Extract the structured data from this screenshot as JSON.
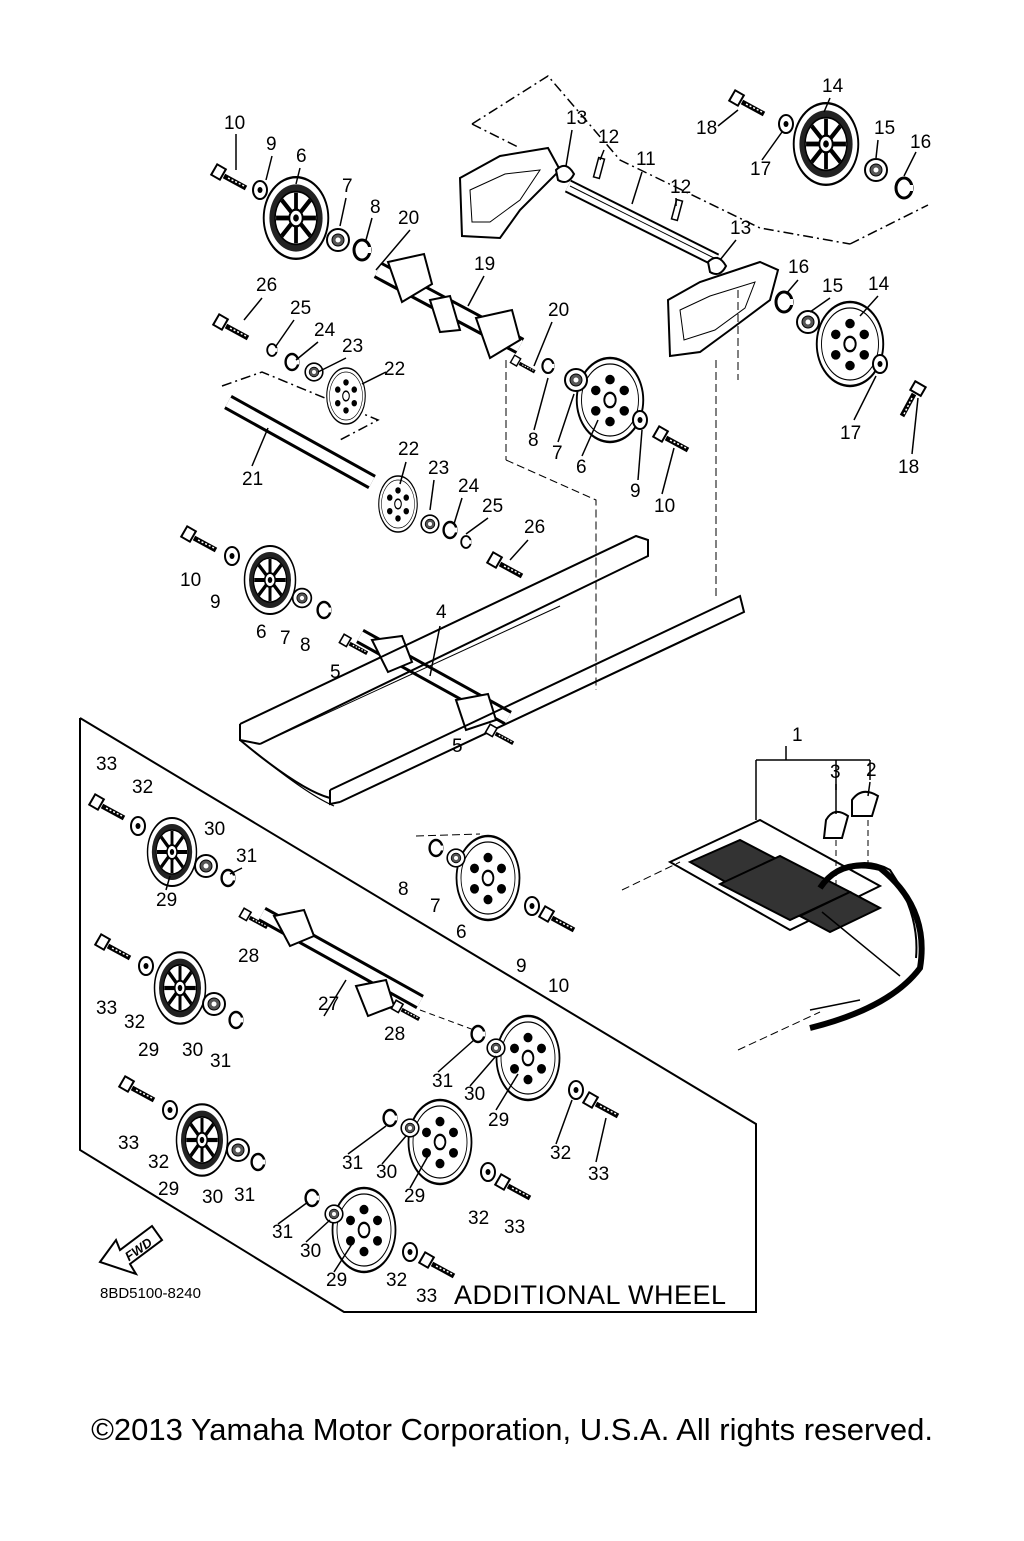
{
  "diagram": {
    "drawing_code": "8BD5100-8240",
    "box_caption": "ADDITIONAL WHEEL",
    "forward_badge": "FWD",
    "copyright": "©2013 Yamaha Motor Corporation, U.S.A. All rights reserved.",
    "callouts": [
      {
        "id": "c-10a",
        "text": "10"
      },
      {
        "id": "c-9a",
        "text": "9"
      },
      {
        "id": "c-6a",
        "text": "6"
      },
      {
        "id": "c-7a",
        "text": "7"
      },
      {
        "id": "c-8a",
        "text": "8"
      },
      {
        "id": "c-20a",
        "text": "20"
      },
      {
        "id": "c-13a",
        "text": "13"
      },
      {
        "id": "c-12a",
        "text": "12"
      },
      {
        "id": "c-11",
        "text": "11"
      },
      {
        "id": "c-12b",
        "text": "12"
      },
      {
        "id": "c-13b",
        "text": "13"
      },
      {
        "id": "c-14a",
        "text": "14"
      },
      {
        "id": "c-18a",
        "text": "18"
      },
      {
        "id": "c-17a",
        "text": "17"
      },
      {
        "id": "c-15a",
        "text": "15"
      },
      {
        "id": "c-16a",
        "text": "16"
      },
      {
        "id": "c-19",
        "text": "19"
      },
      {
        "id": "c-16b",
        "text": "16"
      },
      {
        "id": "c-15b",
        "text": "15"
      },
      {
        "id": "c-14b",
        "text": "14"
      },
      {
        "id": "c-26a",
        "text": "26"
      },
      {
        "id": "c-25a",
        "text": "25"
      },
      {
        "id": "c-24a",
        "text": "24"
      },
      {
        "id": "c-23a",
        "text": "23"
      },
      {
        "id": "c-22a",
        "text": "22"
      },
      {
        "id": "c-20b",
        "text": "20"
      },
      {
        "id": "c-8b",
        "text": "8"
      },
      {
        "id": "c-7b",
        "text": "7"
      },
      {
        "id": "c-6b",
        "text": "6"
      },
      {
        "id": "c-9b",
        "text": "9"
      },
      {
        "id": "c-10b",
        "text": "10"
      },
      {
        "id": "c-17b",
        "text": "17"
      },
      {
        "id": "c-18b",
        "text": "18"
      },
      {
        "id": "c-21",
        "text": "21"
      },
      {
        "id": "c-22b",
        "text": "22"
      },
      {
        "id": "c-23b",
        "text": "23"
      },
      {
        "id": "c-24b",
        "text": "24"
      },
      {
        "id": "c-25b",
        "text": "25"
      },
      {
        "id": "c-26b",
        "text": "26"
      },
      {
        "id": "c-10c",
        "text": "10"
      },
      {
        "id": "c-9c",
        "text": "9"
      },
      {
        "id": "c-6c",
        "text": "6"
      },
      {
        "id": "c-7c",
        "text": "7"
      },
      {
        "id": "c-8c",
        "text": "8"
      },
      {
        "id": "c-4",
        "text": "4"
      },
      {
        "id": "c-5a",
        "text": "5"
      },
      {
        "id": "c-5b",
        "text": "5"
      },
      {
        "id": "c-1",
        "text": "1"
      },
      {
        "id": "c-3",
        "text": "3"
      },
      {
        "id": "c-2",
        "text": "2"
      },
      {
        "id": "c-33a",
        "text": "33"
      },
      {
        "id": "c-32a",
        "text": "32"
      },
      {
        "id": "c-30a",
        "text": "30"
      },
      {
        "id": "c-31a",
        "text": "31"
      },
      {
        "id": "c-29a",
        "text": "29"
      },
      {
        "id": "c-8d",
        "text": "8"
      },
      {
        "id": "c-7d",
        "text": "7"
      },
      {
        "id": "c-6d",
        "text": "6"
      },
      {
        "id": "c-9d",
        "text": "9"
      },
      {
        "id": "c-10d",
        "text": "10"
      },
      {
        "id": "c-28a",
        "text": "28"
      },
      {
        "id": "c-27",
        "text": "27"
      },
      {
        "id": "c-28b",
        "text": "28"
      },
      {
        "id": "c-33b",
        "text": "33"
      },
      {
        "id": "c-32b",
        "text": "32"
      },
      {
        "id": "c-29b",
        "text": "29"
      },
      {
        "id": "c-30b",
        "text": "30"
      },
      {
        "id": "c-31b",
        "text": "31"
      },
      {
        "id": "c-31c",
        "text": "31"
      },
      {
        "id": "c-30c",
        "text": "30"
      },
      {
        "id": "c-29c",
        "text": "29"
      },
      {
        "id": "c-33c",
        "text": "33"
      },
      {
        "id": "c-32c",
        "text": "32"
      },
      {
        "id": "c-29d",
        "text": "29"
      },
      {
        "id": "c-30d",
        "text": "30"
      },
      {
        "id": "c-31d",
        "text": "31"
      },
      {
        "id": "c-31e",
        "text": "31"
      },
      {
        "id": "c-30e",
        "text": "30"
      },
      {
        "id": "c-29e",
        "text": "29"
      },
      {
        "id": "c-32d",
        "text": "32"
      },
      {
        "id": "c-33d",
        "text": "33"
      },
      {
        "id": "c-32e",
        "text": "32"
      },
      {
        "id": "c-33e",
        "text": "33"
      },
      {
        "id": "c-31f",
        "text": "31"
      },
      {
        "id": "c-30f",
        "text": "30"
      },
      {
        "id": "c-29f",
        "text": "29"
      },
      {
        "id": "c-32f",
        "text": "32"
      },
      {
        "id": "c-33f",
        "text": "33"
      }
    ]
  }
}
